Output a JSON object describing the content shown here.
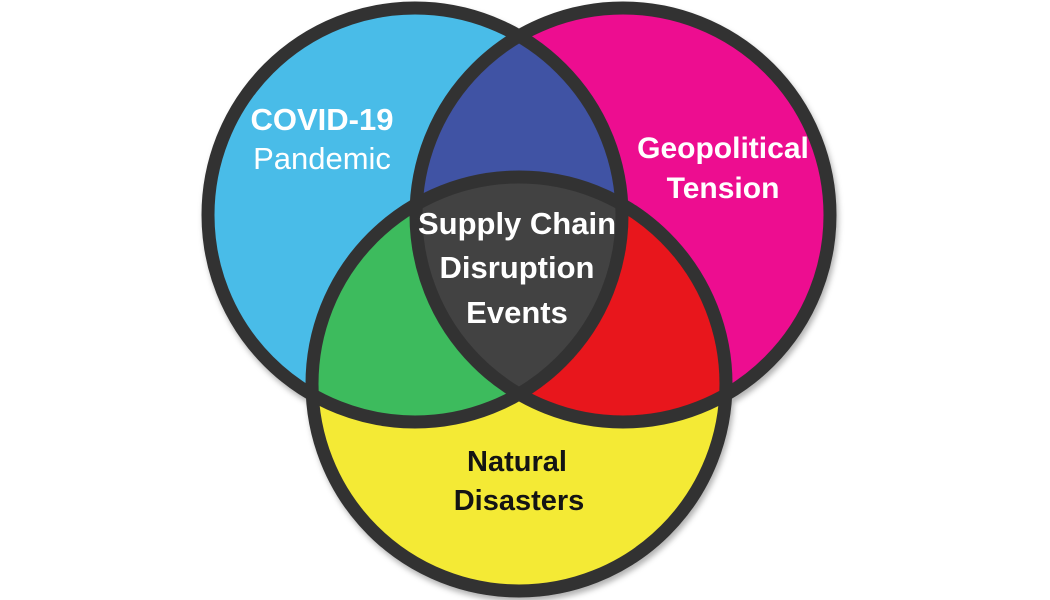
{
  "diagram": {
    "type": "venn-3",
    "background": "#ffffff",
    "colors": {
      "outline": "#333333",
      "covid": "#4ABCE8",
      "geopolitical": "#ED0D90",
      "natural": "#F4EA34",
      "overlap_covid_geopolitical": "#4052A4",
      "overlap_covid_natural": "#3DBB5D",
      "overlap_geopolitical_natural": "#E8121A",
      "center": "#434343"
    },
    "sets": [
      {
        "id": "covid",
        "label_lines": [
          "COVID-19",
          "Pandemic"
        ],
        "color": "#4ABCE8",
        "text_color": "#ffffff"
      },
      {
        "id": "geopolitical",
        "label_lines": [
          "Geopolitical",
          "Tension"
        ],
        "color": "#ED0D90",
        "text_color": "#ffffff"
      },
      {
        "id": "natural",
        "label_lines": [
          "Natural",
          "Disasters"
        ],
        "color": "#F4EA34",
        "text_color": "#141414"
      }
    ],
    "center_label": {
      "lines": [
        "Supply Chain",
        "Disruption",
        "Events"
      ],
      "text_color": "#ffffff"
    }
  }
}
